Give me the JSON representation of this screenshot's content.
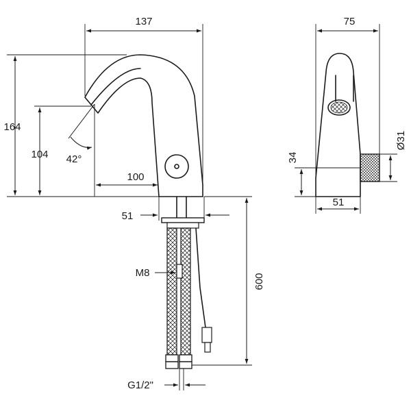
{
  "labels": {
    "width_137": "137",
    "height_164": "164",
    "height_104": "104",
    "angle_42": "42°",
    "reach_100": "100",
    "width_75": "75",
    "diameter_31": "Ø31",
    "height_34": "34",
    "base_51_side": "51",
    "base_51_front": "51",
    "thread_m8": "M8",
    "hose_600": "600",
    "connection_g12": "G1/2\""
  }
}
